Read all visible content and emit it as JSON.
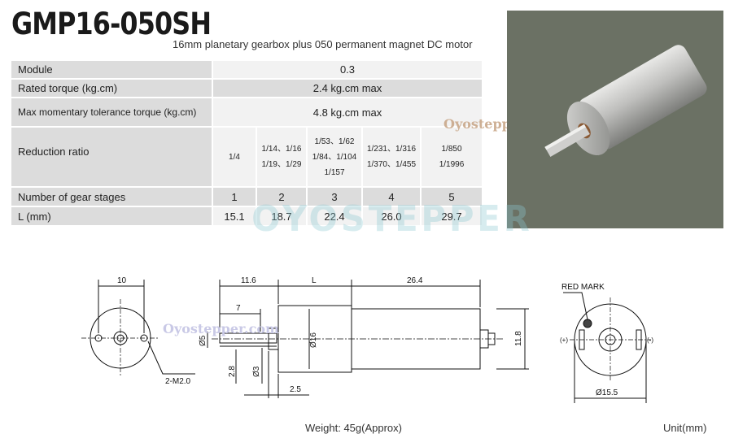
{
  "header": {
    "model": "GMP16-050SH",
    "description": "16mm planetary gearbox plus 050 permanent magnet DC  motor"
  },
  "specs": {
    "module": {
      "label": "Module",
      "value": "0.3"
    },
    "rated_torque": {
      "label": "Rated torque (kg.cm)",
      "value": "2.4 kg.cm max"
    },
    "max_torque": {
      "label": "Max momentary tolerance torque (kg.cm)",
      "value": "4.8 kg.cm max"
    },
    "reduction": {
      "label": "Reduction ratio",
      "cols": [
        [
          "1/4"
        ],
        [
          "1/14、1/16",
          "1/19、1/29"
        ],
        [
          "1/53、1/62",
          "1/84、1/104",
          "1/157"
        ],
        [
          "1/231、1/316",
          "1/370、1/455"
        ],
        [
          "1/850",
          "1/1996"
        ]
      ]
    },
    "stages": {
      "label": "Number of gear stages",
      "values": [
        "1",
        "2",
        "3",
        "4",
        "5"
      ]
    },
    "length": {
      "label": "L (mm)",
      "values": [
        "15.1",
        "18.7",
        "22.4",
        "26.0",
        "29.7"
      ]
    }
  },
  "watermarks": {
    "photo": "Oyostepper.com",
    "big": "OYOSTEPPER",
    "drawing": "Oyostepper.com"
  },
  "drawing": {
    "front_width": "10",
    "front_holes": "2-M2.0",
    "shaft_offset": "11.6",
    "gearbox_len": "L",
    "motor_len": "26.4",
    "shaft_flat_len": "7",
    "shaft_dia": "Ø5",
    "body_dia": "Ø16",
    "flat_depth": "2.8",
    "shaft_d3": "Ø3",
    "boss_len": "2.5",
    "terminal_height": "11.8",
    "red_mark": "RED MARK",
    "pos": "(+)",
    "neg": "(-)",
    "rear_dia": "Ø15.5"
  },
  "footer": {
    "weight": "Weight: 45g(Approx)",
    "unit": "Unit(mm)"
  }
}
